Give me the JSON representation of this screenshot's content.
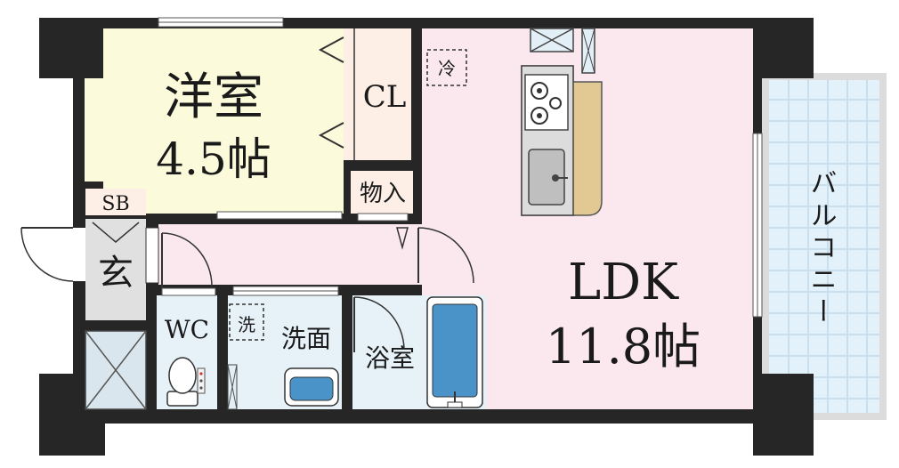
{
  "rooms": {
    "western_room": {
      "name": "洋室",
      "size": "4.5帖"
    },
    "closet": {
      "name": "CL"
    },
    "storage": {
      "name": "物入"
    },
    "shoe_box": {
      "name": "SB"
    },
    "entrance": {
      "name": "玄"
    },
    "toilet": {
      "name": "WC"
    },
    "washroom": {
      "name": "洗面",
      "washer_mark": "洗"
    },
    "bathroom": {
      "name": "浴室"
    },
    "ldk": {
      "name": "LDK",
      "size": "11.8帖"
    },
    "fridge_mark": "冷",
    "balcony": {
      "name": "バルコニー"
    }
  },
  "colors": {
    "wall": "#222222",
    "western_floor": "#fbfadb",
    "ldk_floor": "#fbe8ef",
    "hall_floor": "#fbe8ef",
    "wet_floor": "#e6f1f8",
    "balcony_grid": "#d9ecf7",
    "balcony_frame": "#cccccc",
    "kitchen_counter": "#e2c994",
    "closet_floor": "#fdeee6"
  }
}
